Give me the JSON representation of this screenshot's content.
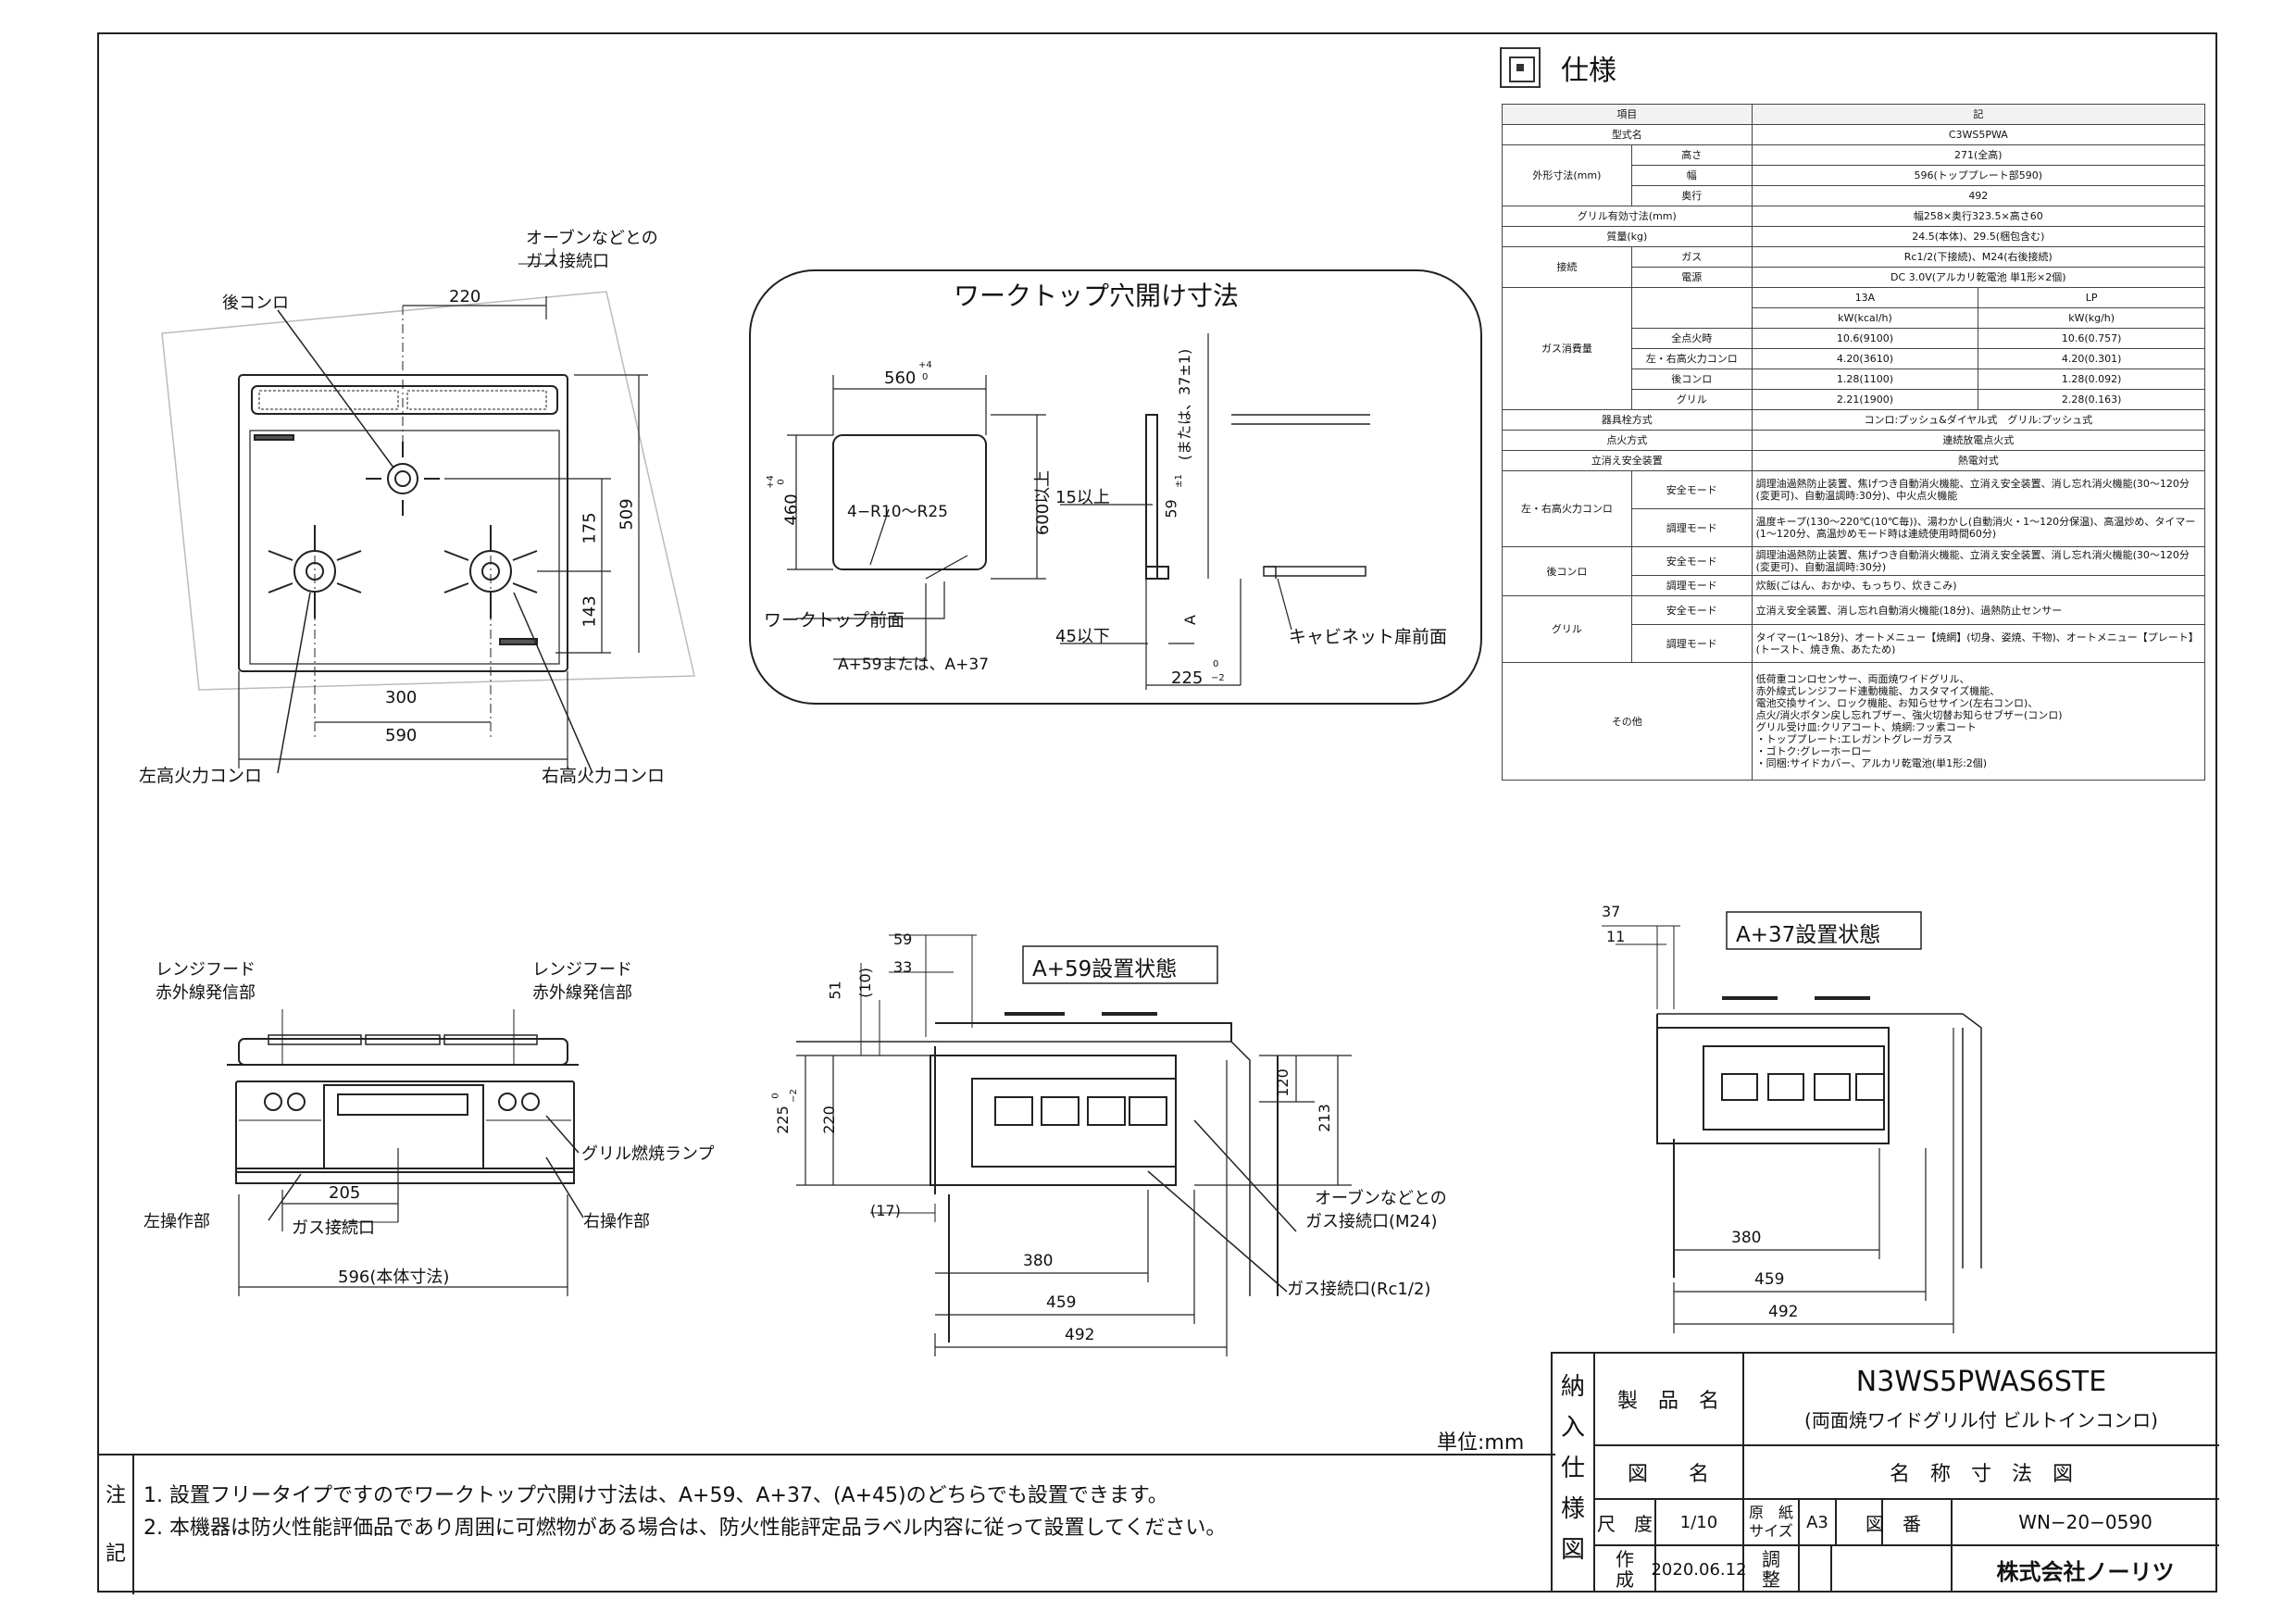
{
  "spec": {
    "title": "仕様",
    "header": {
      "item": "項目",
      "value": "記"
    },
    "model_label": "型式名",
    "model": "C3WS5PWA",
    "dims_label": "外形寸法(mm)",
    "height_label": "高さ",
    "height": "271(全高)",
    "width_label": "幅",
    "width": "596(トッププレート部590)",
    "depth_label": "奥行",
    "depth": "492",
    "grill_label": "グリル有効寸法(mm)",
    "grill": "幅258×奥行323.5×高さ60",
    "mass_label": "質量(kg)",
    "mass": "24.5(本体)、29.5(梱包含む)",
    "conn_label": "接続",
    "gas_label": "ガス",
    "gas": "Rc1/2(下接続)、M24(右後接続)",
    "power_label": "電源",
    "power": "DC 3.0V(アルカリ乾電池 単1形×2個)",
    "consumption_label": "ガス消費量",
    "col_13a": "13A",
    "col_lp": "LP",
    "unit_13a": "kW(kcal/h)",
    "unit_lp": "kW(kg/h)",
    "rows": [
      {
        "label": "全点火時",
        "a": "10.6(9100)",
        "b": "10.6(0.757)"
      },
      {
        "label": "左・右高火力コンロ",
        "a": "4.20(3610)",
        "b": "4.20(0.301)"
      },
      {
        "label": "後コンロ",
        "a": "1.28(1100)",
        "b": "1.28(0.092)"
      },
      {
        "label": "グリル",
        "a": "2.21(1900)",
        "b": "2.28(0.163)"
      }
    ],
    "control_label": "器具栓方式",
    "control": "コンロ:プッシュ&ダイヤル式　グリル:プッシュ式",
    "ignition_label": "点火方式",
    "ignition": "連続放電点火式",
    "safety_label": "立消え安全装置",
    "safety": "熱電対式",
    "lr_label": "左・右高火力コンロ",
    "safe_mode": "安全モード",
    "cook_mode": "調理モード",
    "lr_safe": "調理油過熱防止装置、焦げつき自動消火機能、立消え安全装置、消し忘れ消火機能(30〜120分(変更可)、自動温調時:30分)、中火点火機能",
    "lr_cook": "温度キープ(130〜220℃(10℃毎))、湯わかし(自動消火・1〜120分保温)、高温炒め、タイマー(1〜120分、高温炒めモード時は連続使用時間60分)",
    "rear_label": "後コンロ",
    "rear_safe": "調理油過熱防止装置、焦げつき自動消火機能、立消え安全装置、消し忘れ消火機能(30〜120分(変更可)、自動温調時:30分)",
    "rear_cook": "炊飯(ごはん、おかゆ、もっちり、炊きこみ)",
    "grill_row_label": "グリル",
    "grill_safe": "立消え安全装置、消し忘れ自動消火機能(18分)、過熱防止センサー",
    "grill_cook": "タイマー(1〜18分)、オートメニュー【焼網】(切身、姿焼、干物)、オートメニュー【プレート】(トースト、焼き魚、あたため)",
    "other_label": "その他",
    "other": [
      "低荷重コンロセンサー、両面焼ワイドグリル、",
      "赤外線式レンジフード連動機能、カスタマイズ機能、",
      "電池交換サイン、ロック機能、お知らせサイン(左右コンロ)、",
      "点火/消火ボタン戻し忘れブザー、強火切替お知らせブザー(コンロ)",
      "グリル受け皿:クリアコート、焼網:フッ素コート",
      "・トッププレート:エレガントグレーガラス",
      "・ゴトク:グレーホーロー",
      "・同梱:サイドカバー、アルカリ乾電池(単1形:2個)"
    ]
  },
  "top_view": {
    "oven_gas": "オーブンなどとの",
    "oven_gas2": "ガス接続口",
    "rear_burner": "後コンロ",
    "left_burner": "左高火力コンロ",
    "right_burner": "右高火力コンロ",
    "d220": "220",
    "d300": "300",
    "d590": "590",
    "d175": "175",
    "d143": "143",
    "d509": "509"
  },
  "cutout": {
    "title": "ワークトップ穴開け寸法",
    "d560": "560",
    "tol_plus4": "+4",
    "tol_0": "0",
    "d460": "460",
    "d600": "600以上",
    "radius": "4−R10〜R25",
    "front": "ワークトップ前面",
    "a59": "A+59または、A+37",
    "d15": "15以上",
    "d45": "45以下",
    "d59": "59",
    "d59tol": "±1",
    "d59alt": "(または、37±1)",
    "dA": "A",
    "d225": "225",
    "d225tol1": "0",
    "d225tol2": "−2",
    "cabinet": "キャビネット扉前面"
  },
  "front_view": {
    "hood_l1": "レンジフード",
    "hood_l2": "赤外線発信部",
    "hood_r1": "レンジフード",
    "hood_r2": "赤外線発信部",
    "grill_lamp": "グリル燃焼ランプ",
    "left_ctrl": "左操作部",
    "right_ctrl": "右操作部",
    "gas_conn": "ガス接続口",
    "d205": "205",
    "d596": "596(本体寸法)"
  },
  "side59": {
    "title": "A+59設置状態",
    "d59": "59",
    "d33": "33",
    "d51": "51",
    "d10": "(10)",
    "d225": "225",
    "d225tol1": "0",
    "d225tol2": "−2",
    "d220": "220",
    "d120": "120",
    "d213": "213",
    "d17": "(17)",
    "d380": "380",
    "d459": "459",
    "d492": "492",
    "oven1": "オーブンなどとの",
    "oven2": "ガス接続口(M24)",
    "gas_rc": "ガス接続口(Rc1/2)"
  },
  "side37": {
    "title": "A+37設置状態",
    "d37": "37",
    "d11": "11",
    "d380": "380",
    "d459": "459",
    "d492": "492"
  },
  "unit": "単位:mm",
  "notes": {
    "side1": "注",
    "side2": "記",
    "n1": "1. 設置フリータイプですのでワークトップ穴開け寸法は、A+59、A+37、(A+45)のどちらでも設置できます。",
    "n2": "2. 本機器は防火性能評価品であり周囲に可燃物がある場合は、防火性能評定品ラベル内容に従って設置してください。"
  },
  "title_block": {
    "vertical": [
      "納",
      "入",
      "仕",
      "様",
      "図"
    ],
    "product_label": "製　品　名",
    "product": "N3WS5PWAS6STE",
    "product_sub": "(両面焼ワイドグリル付 ビルトインコンロ)",
    "drawing_label": "図　　名",
    "drawing": "名　称　寸　法　図",
    "scale_label": "尺　度",
    "scale": "1/10",
    "paper_label1": "原　紙",
    "paper_label2": "サイズ",
    "paper": "A3",
    "no_label": "図　番",
    "no": "WN−20−0590",
    "made_label1": "作",
    "made_label2": "成",
    "date": "2020.06.12",
    "adjust1": "調",
    "adjust2": "整",
    "company": "株式会社ノーリツ"
  }
}
